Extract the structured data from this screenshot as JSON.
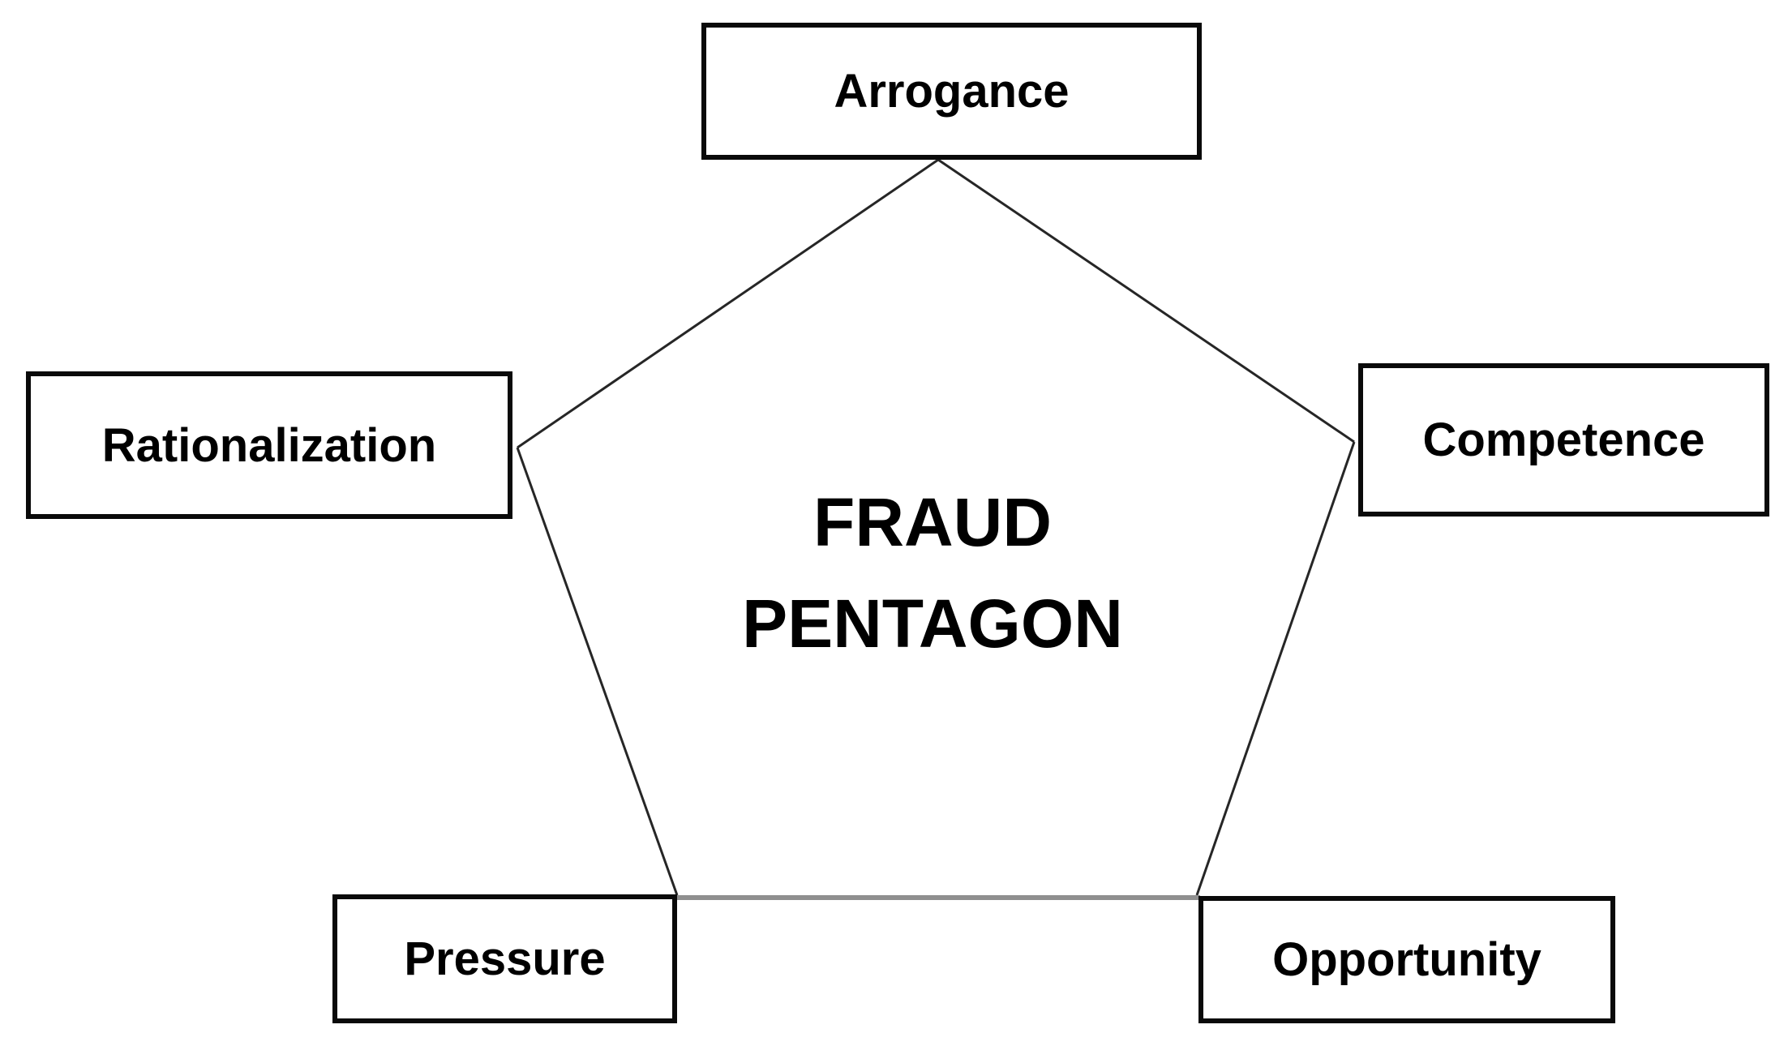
{
  "figure": {
    "center_title": {
      "line1": "FRAUD",
      "line2": "PENTAGON"
    },
    "vertices": [
      {
        "id": "arrogance",
        "label": "Arrogance",
        "position": "top"
      },
      {
        "id": "rationalization",
        "label": "Rationalization",
        "position": "left"
      },
      {
        "id": "competence",
        "label": "Competence",
        "position": "right"
      },
      {
        "id": "pressure",
        "label": "Pressure",
        "position": "bottom-left"
      },
      {
        "id": "opportunity",
        "label": "Opportunity",
        "position": "bottom-right"
      }
    ],
    "colors": {
      "background": "#ffffff",
      "box_border": "#000000",
      "label_text": "#000000",
      "pentagon_edge": "#262626",
      "pentagon_bottom_edge": "#8f8f8f"
    }
  }
}
